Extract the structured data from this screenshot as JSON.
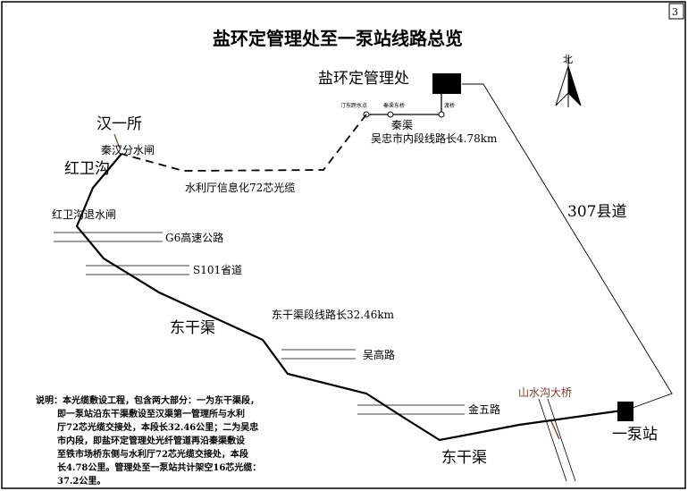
{
  "page_number": "3",
  "title": "盐环定管理处至一泵站线路总览",
  "north_label": "北",
  "nodes": {
    "hq": "盐环定管理处",
    "pump_station": "一泵站",
    "hanyi": "汉一所",
    "qinhan_gate": "秦汉分水闸",
    "hongwei": "红卫沟",
    "hongwei_gate": "红卫沟退水闸",
    "qinqu": "秦渠",
    "small_left": "汀东跨水点",
    "small_mid": "秦渠东桥",
    "small_right": "渡桥"
  },
  "roads": {
    "county_307": "307县道",
    "g6": "G6高速公路",
    "s101": "S101省道",
    "wugao": "吴高路",
    "jinwu": "金五路",
    "shanshuigou": "山水沟大桥"
  },
  "canal_labels": {
    "donggan_1": "东干渠",
    "donggan_2": "东干渠"
  },
  "segments": {
    "wuzhong": "吴忠市内段线路长4.78km",
    "donggan": "东干渠段线路长32.46km",
    "fiber": "水利厅信息化72芯光缆"
  },
  "note_lines": [
    "说明：本光缆敷设工程，包含两大部分：一为东干渠段，",
    "即一泵站沿东干渠敷设至汉渠第一管理所与水利",
    "厅72芯光缆交接处，本段长32.46公里；二为吴忠",
    "市内段，即盐环定管理处光纤管道再沿秦渠敷设",
    "至铁市场桥东侧与水利厅72芯光缆交接处，本段",
    "长4.78公里。管理处至一泵站共计架空16芯光缆：",
    "37.2公里。"
  ]
}
